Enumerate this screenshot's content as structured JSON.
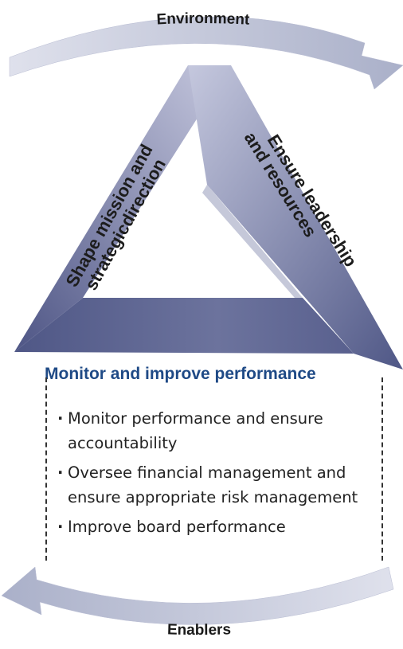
{
  "top_arrow": {
    "label": "Environment"
  },
  "bottom_arrow": {
    "label": "Enablers"
  },
  "triangle": {
    "left_side": {
      "line1": "Shape mission and",
      "line2": "strategicdirection"
    },
    "right_side": {
      "line1": "Ensure leadership",
      "line2": "and resources"
    },
    "base": {
      "label": "Monitor and improve performance"
    }
  },
  "bullets": [
    {
      "marker": "·",
      "text": "Monitor performance and ensure accountability"
    },
    {
      "marker": "·",
      "text": "Oversee financial management and ensure appropriate risk management"
    },
    {
      "marker": "·",
      "text": "Improve board performance"
    }
  ],
  "colors": {
    "arrow_fill": "#c7cbdc",
    "triangle_dark": "#5d6593",
    "triangle_light": "#c9cbe0",
    "base_text": "#1f4a86"
  }
}
